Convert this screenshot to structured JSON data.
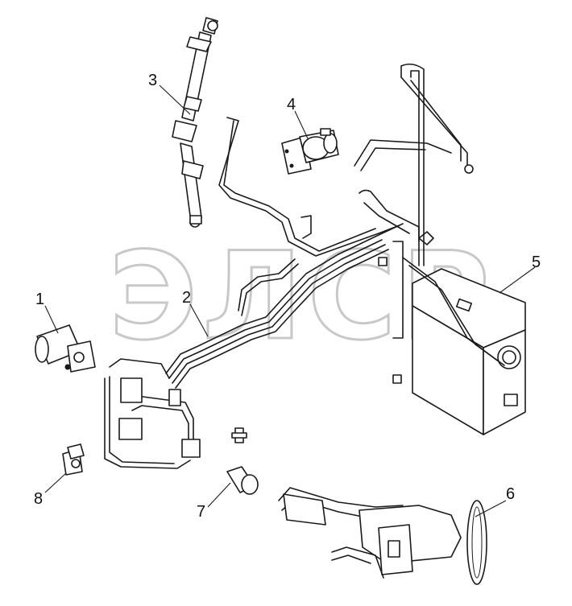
{
  "diagram": {
    "watermark_text": "ЭЛСР",
    "callouts": [
      {
        "id": "1",
        "label": "1"
      },
      {
        "id": "2",
        "label": "2"
      },
      {
        "id": "3",
        "label": "3"
      },
      {
        "id": "4",
        "label": "4"
      },
      {
        "id": "5",
        "label": "5"
      },
      {
        "id": "6",
        "label": "6"
      },
      {
        "id": "7",
        "label": "7"
      },
      {
        "id": "8",
        "label": "8"
      }
    ]
  }
}
